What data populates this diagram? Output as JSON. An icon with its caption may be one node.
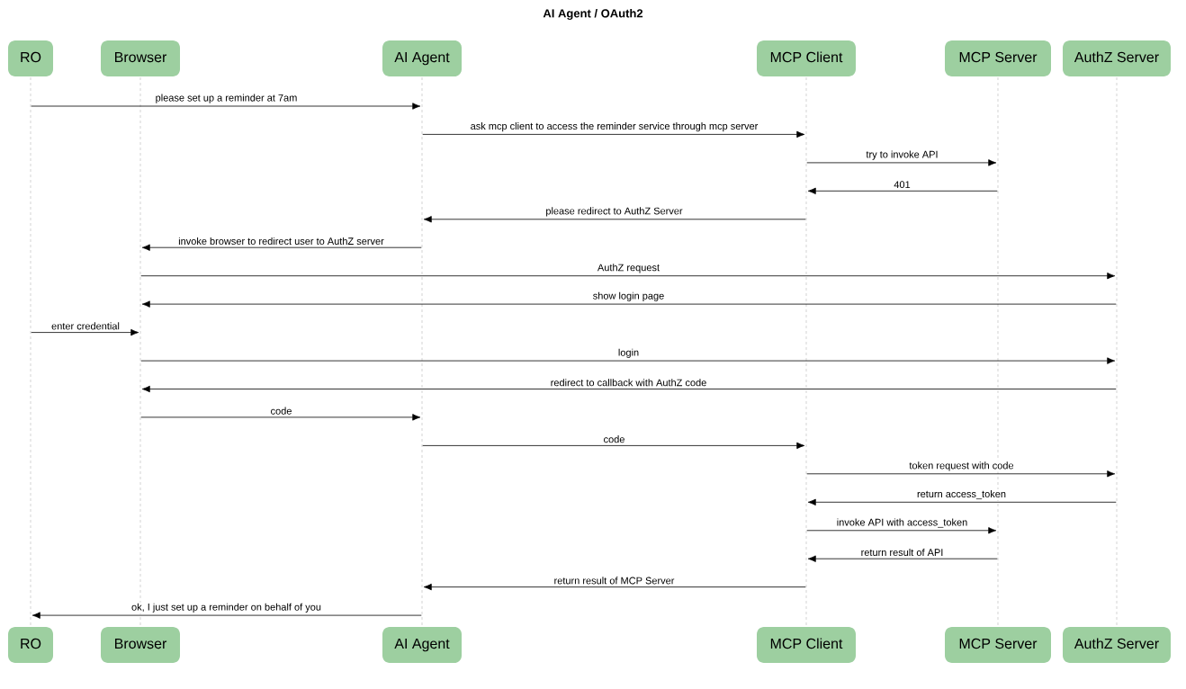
{
  "diagram": {
    "title": "AI Agent / OAuth2",
    "nodes": [
      {
        "text": [
          "RO"
        ]
      },
      {
        "text": [
          "Browser"
        ]
      },
      {
        "text": [
          "AI Agent"
        ]
      },
      {
        "text": [
          "MCP Client"
        ]
      },
      {
        "text": [
          "MCP Server"
        ]
      },
      {
        "text": [
          "AuthZ Server"
        ]
      },
      {
        "text": [],
        "shape": "line"
      },
      {
        "text": [],
        "shape": "line"
      },
      {
        "text": [],
        "shape": "line"
      },
      {
        "text": [],
        "shape": "line"
      },
      {
        "text": [],
        "shape": "line"
      },
      {
        "text": [],
        "shape": "line"
      },
      {
        "text": [
          "RO"
        ]
      },
      {
        "text": [
          "Browser"
        ]
      },
      {
        "text": [
          "AI Agent"
        ]
      },
      {
        "text": [
          "MCP Client"
        ]
      },
      {
        "text": [
          "MCP Server"
        ]
      },
      {
        "text": [
          "AuthZ Server"
        ]
      }
    ],
    "edges": [
      {
        "from": 6,
        "to": 8,
        "arrow": "to",
        "label": "please set up a reminder at 7am"
      },
      {
        "from": 8,
        "to": 9,
        "arrow": "to",
        "label": "ask mcp client to access the reminder service through mcp server"
      },
      {
        "from": 9,
        "to": 10,
        "arrow": "to",
        "label": "try to invoke API"
      },
      {
        "from": 10,
        "to": 9,
        "arrow": "to",
        "label": "401"
      },
      {
        "from": 9,
        "to": 8,
        "arrow": "to",
        "label": "please redirect to AuthZ Server"
      },
      {
        "from": 8,
        "to": 7,
        "arrow": "to",
        "label": "invoke browser to redirect user to AuthZ server"
      },
      {
        "from": 7,
        "to": 11,
        "arrow": "to",
        "label": "AuthZ request"
      },
      {
        "from": 11,
        "to": 7,
        "arrow": "to",
        "label": "show login page"
      },
      {
        "from": 6,
        "to": 7,
        "arrow": "to",
        "label": "enter credential"
      },
      {
        "from": 7,
        "to": 11,
        "arrow": "to",
        "label": "login"
      },
      {
        "from": 11,
        "to": 7,
        "arrow": "to",
        "label": "redirect to callback with AuthZ code"
      },
      {
        "from": 7,
        "to": 8,
        "arrow": "to",
        "label": "code"
      },
      {
        "from": 8,
        "to": 9,
        "arrow": "to",
        "label": "code"
      },
      {
        "from": 9,
        "to": 11,
        "arrow": "to",
        "label": "token request with code"
      },
      {
        "from": 11,
        "to": 9,
        "arrow": "to",
        "label": "return access_token"
      },
      {
        "from": 9,
        "to": 10,
        "arrow": "to",
        "label": "invoke API with access_token"
      },
      {
        "from": 10,
        "to": 9,
        "arrow": "to",
        "label": "return result of API"
      },
      {
        "from": 9,
        "to": 8,
        "arrow": "to",
        "label": "return result of MCP Server"
      },
      {
        "from": 8,
        "to": 6,
        "arrow": "to",
        "label": "ok, I just set up a reminder on behalf of you"
      }
    ]
  }
}
